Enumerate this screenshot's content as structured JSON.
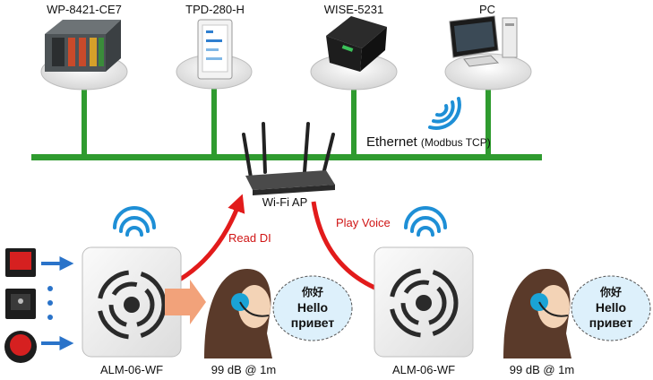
{
  "devices": {
    "plc": "WP-8421-CE7",
    "touch_panel": "TPD-280-H",
    "io_module": "WISE-5231",
    "pc": "PC"
  },
  "network": {
    "ethernet": "Ethernet",
    "protocol": "(Modbus TCP)",
    "access_point": "Wi-Fi AP"
  },
  "flows": {
    "read": "Read DI",
    "play": "Play Voice"
  },
  "speakers": [
    {
      "label": "ALM-06-WF",
      "level": "99 dB @ 1m",
      "bubble": [
        "你好",
        "Hello",
        "привет"
      ]
    },
    {
      "label": "ALM-06-WF",
      "level": "99 dB @ 1m",
      "bubble": [
        "你好",
        "Hello",
        "привет"
      ]
    }
  ],
  "colors": {
    "ethernet_line": "#2f9b2f",
    "arrow_red": "#e21b1b",
    "wifi_blue": "#1e8fd6",
    "input_arrow": "#2a73c9"
  }
}
